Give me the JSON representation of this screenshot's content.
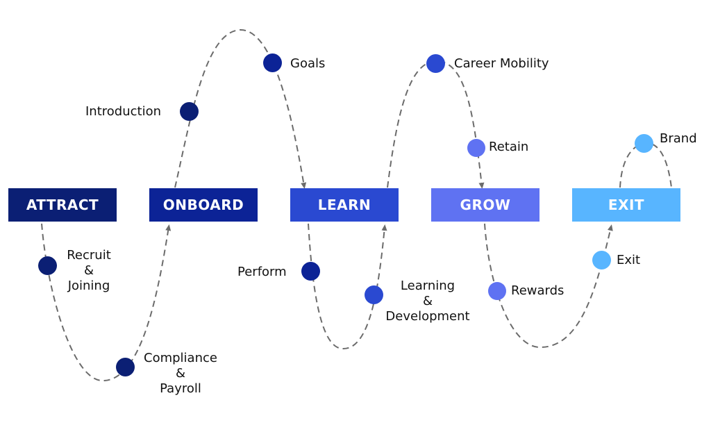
{
  "colors": {
    "attract": "#0b1f74",
    "onboard": "#0c2396",
    "learn": "#2a49d1",
    "grow": "#5f72f2",
    "exit": "#58b5ff",
    "path": "#6b6b6b",
    "text": "#111111"
  },
  "stages": {
    "attract": "ATTRACT",
    "onboard": "ONBOARD",
    "learn": "LEARN",
    "grow": "GROW",
    "exit": "EXIT"
  },
  "steps": {
    "recruit": {
      "line1": "Recruit",
      "line2": "&",
      "line3": "Joining"
    },
    "compliance": {
      "line1": "Compliance",
      "line2": "&",
      "line3": "Payroll"
    },
    "introduction": "Introduction",
    "goals": "Goals",
    "perform": "Perform",
    "learning": {
      "line1": "Learning",
      "line2": "&",
      "line3": "Development"
    },
    "career": "Career Mobility",
    "retain": "Retain",
    "rewards": "Rewards",
    "exit": "Exit",
    "brand": "Brand"
  }
}
